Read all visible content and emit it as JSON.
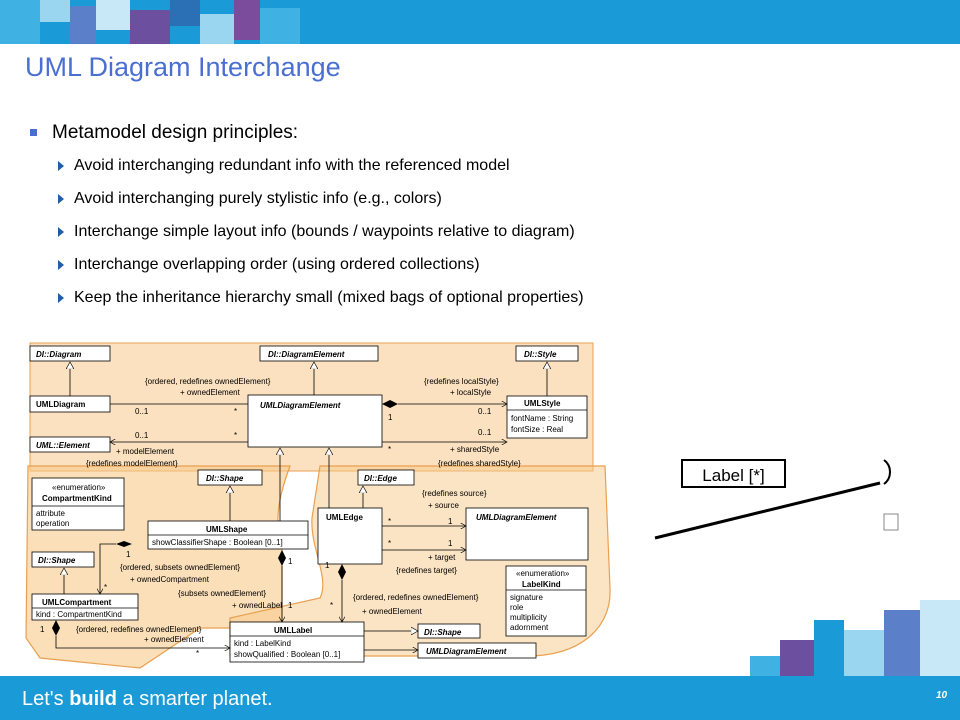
{
  "slide": {
    "title": "UML Diagram Interchange",
    "heading": "Metamodel design principles:",
    "principles": [
      "Avoid interchanging redundant info with the referenced model",
      "Avoid interchanging purely stylistic info (e.g., colors)",
      "Interchange simple layout info (bounds / waypoints relative to diagram)",
      "Interchange overlapping order (using ordered collections)",
      "Keep the inheritance hierarchy small (mixed bags of optional properties)"
    ],
    "label_box": "Label [*]",
    "tagline_pre": "Let's ",
    "tagline_bold": "build",
    "tagline_post": " a smarter planet.",
    "page_number": "10"
  },
  "colors": {
    "brand_blue": "#1a9bd7",
    "title_blue": "#4a6fd0",
    "highlight": "#f7c98a",
    "highlight_stroke": "#e8a050"
  },
  "uml": {
    "classes": {
      "di_diagram": "DI::Diagram",
      "di_diagram_element": "DI::DiagramElement",
      "di_style": "DI::Style",
      "uml_diagram": "UMLDiagram",
      "uml_diagram_element": "UMLDiagramElement",
      "uml_style": "UMLStyle",
      "uml_style_attr1": "fontName : String",
      "uml_style_attr2": "fontSize : Real",
      "uml_element": "UML::Element",
      "enum_stereo": "«enumeration»",
      "compartment_kind": "CompartmentKind",
      "ck_attr1": "attribute",
      "ck_attr2": "operation",
      "di_shape_top": "DI::Shape",
      "di_edge": "DI::Edge",
      "uml_shape": "UMLShape",
      "uml_shape_attr": "showClassifierShape : Boolean [0..1]",
      "uml_edge": "UMLEdge",
      "uml_diagram_element_2": "UMLDiagramElement",
      "di_shape_left": "DI::Shape",
      "uml_compartment": "UMLCompartment",
      "uml_compartment_attr": "kind : CompartmentKind",
      "label_kind_stereo": "«enumeration»",
      "label_kind": "LabelKind",
      "lk_1": "signature",
      "lk_2": "role",
      "lk_3": "multiplicity",
      "lk_4": "adornment",
      "uml_label": "UMLLabel",
      "uml_label_attr1": "kind : LabelKind",
      "uml_label_attr2": "showQualified : Boolean [0..1]",
      "di_shape_right": "DI::Shape",
      "uml_diagram_element_3": "UMLDiagramElement"
    },
    "annotations": {
      "a1": "{ordered, redefines ownedElement}",
      "a2": "+ ownedElement",
      "a3": "{redefines localStyle}",
      "a4": "+ localStyle",
      "a5": "0..1",
      "a6": "*",
      "a7": "1",
      "a8": "0..1",
      "a9": "0..1",
      "a10": "*",
      "a11": "0..1",
      "a12": "+ modelElement",
      "a13": "{redefines modelElement}",
      "a14": "+ sharedStyle",
      "a15": "{redefines sharedStyle}",
      "a16": "*",
      "a17": "{redefines source}",
      "a18": "+ source",
      "a19": "*",
      "a20": "1",
      "a21": "*",
      "a22": "1",
      "a23": "+ target",
      "a24": "{redefines target}",
      "a25": "1",
      "a26": "{ordered, subsets ownedElement}",
      "a27": "+ ownedCompartment",
      "a28": "*",
      "a29": "{subsets ownedElement}",
      "a30": "+ ownedLabel",
      "a31": "1",
      "a32": "1",
      "a33": "{ordered, redefines ownedElement}",
      "a34": "+ ownedElement",
      "a35": "*",
      "a36": "1",
      "a37": "{ordered, redefines ownedElement}",
      "a38": "+ ownedElement",
      "a39": "*"
    }
  }
}
